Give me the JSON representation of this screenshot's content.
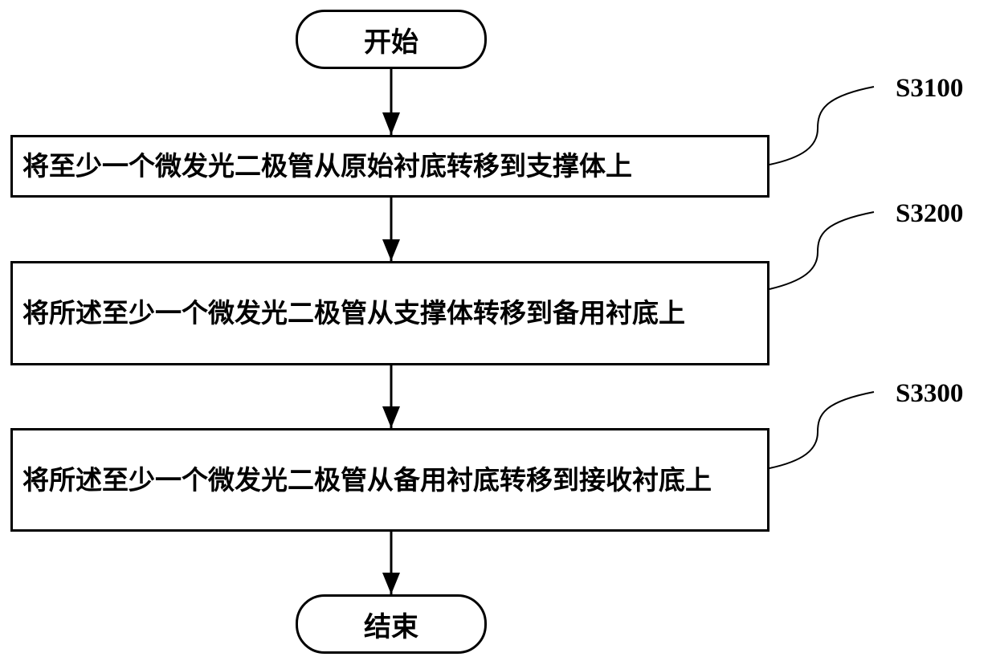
{
  "flowchart": {
    "start": "开始",
    "end": "结束",
    "steps": [
      {
        "id": "S3100",
        "text": "将至少一个微发光二极管从原始衬底转移到支撑体上"
      },
      {
        "id": "S3200",
        "text": "将所述至少一个微发光二极管从支撑体转移到备用衬底上"
      },
      {
        "id": "S3300",
        "text": "将所述至少一个微发光二极管从备用衬底转移到接收衬底上"
      }
    ]
  }
}
